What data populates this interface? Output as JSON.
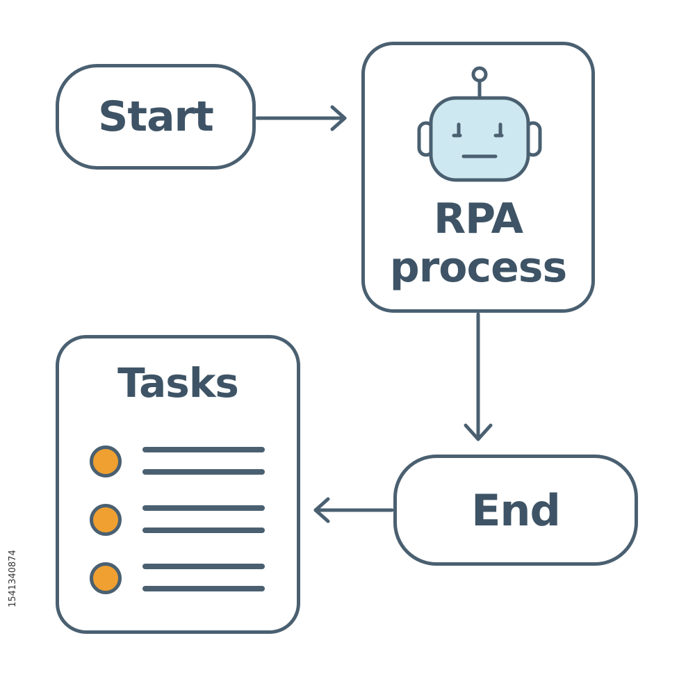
{
  "nodes": {
    "start": {
      "label": "Start"
    },
    "rpa": {
      "label": "RPA\nprocess",
      "icon": "robot-icon"
    },
    "end": {
      "label": "End"
    },
    "tasks": {
      "title": "Tasks",
      "items": [
        {
          "bullet": "orange-dot"
        },
        {
          "bullet": "orange-dot"
        },
        {
          "bullet": "orange-dot"
        }
      ]
    }
  },
  "edges": [
    {
      "from": "Start",
      "to": "RPA process"
    },
    {
      "from": "RPA process",
      "to": "End"
    },
    {
      "from": "End",
      "to": "Tasks"
    }
  ],
  "watermark": {
    "side_id": "1541340874"
  },
  "colors": {
    "stroke": "#4a6071",
    "text": "#3e5466",
    "bullet": "#f0a030",
    "robot_face": "#cde8f0",
    "background": "#ffffff"
  }
}
